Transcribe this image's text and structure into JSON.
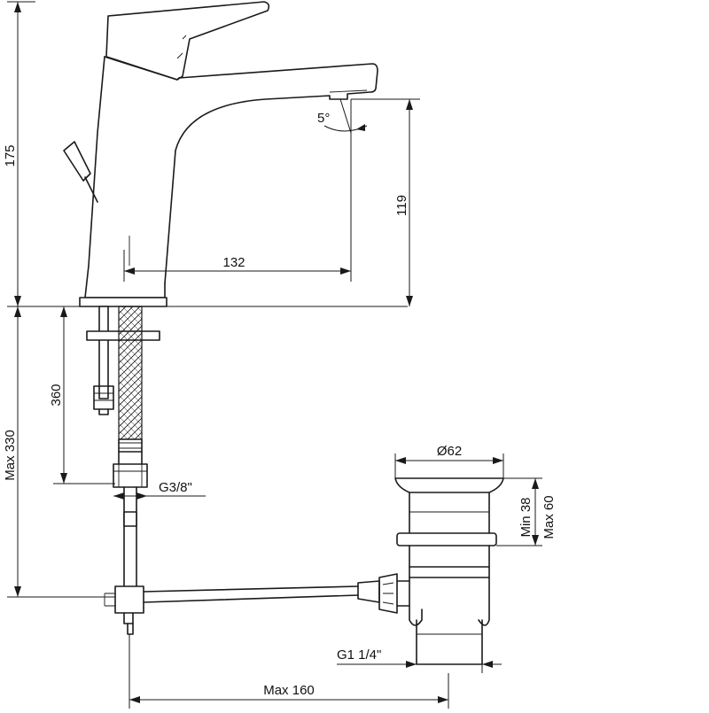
{
  "dimensions": {
    "height_total": "175",
    "spout_height": "119",
    "spout_reach": "132",
    "spout_angle": "5°",
    "hose_length": "360",
    "max_depth": "Max 330",
    "hose_thread": "G3/8\"",
    "waste_diameter": "Ø62",
    "plug_min": "Min 38",
    "plug_max": "Max 60",
    "waste_thread": "G1 1/4\"",
    "rod_length": "Max 160"
  }
}
